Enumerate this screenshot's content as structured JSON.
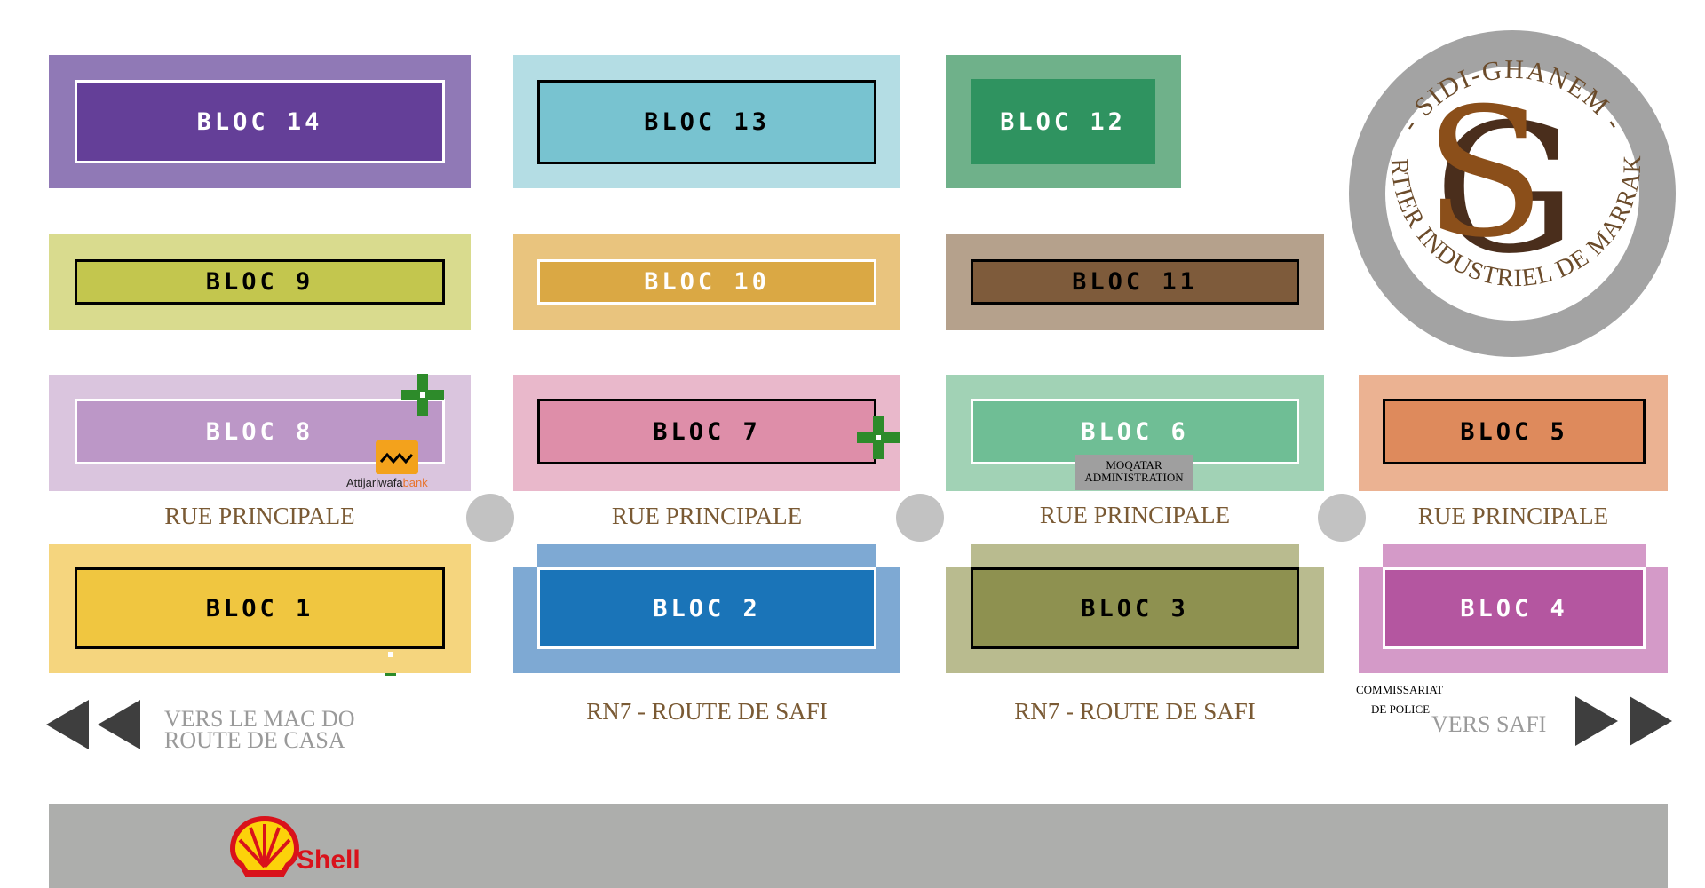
{
  "blocs": {
    "b14": {
      "label": "BLOC 14"
    },
    "b13": {
      "label": "BLOC 13"
    },
    "b12": {
      "label": "BLOC 12"
    },
    "b9": {
      "label": "BLOC 9"
    },
    "b10": {
      "label": "BLOC 10"
    },
    "b11": {
      "label": "BLOC 11"
    },
    "b8": {
      "label": "BLOC 8"
    },
    "b7": {
      "label": "BLOC 7"
    },
    "b6": {
      "label": "BLOC 6"
    },
    "b5": {
      "label": "BLOC 5"
    },
    "b1": {
      "label": "BLOC 1"
    },
    "b2": {
      "label": "BLOC 2"
    },
    "b3": {
      "label": "BLOC 3"
    },
    "b4": {
      "label": "BLOC 4"
    }
  },
  "streets": {
    "rue_principale": "RUE PRINCIPALE",
    "rn7": "RN7 - ROUTE DE SAFI"
  },
  "directions": {
    "left_line1": "VERS LE MAC DO",
    "left_line2": "ROUTE DE CASA",
    "right": "VERS SAFI"
  },
  "labels": {
    "commissariat_line1": "COMMISSARIAT",
    "commissariat_line2": "DE POLICE",
    "moqatar_line1": "MOQATAR",
    "moqatar_line2": "ADMINISTRATION"
  },
  "logo": {
    "top_text": "- SIDI-GHANEM -",
    "bottom_text": "QUARTIER INDUSTRIEL DE MARRAKECH",
    "monogram": "SG"
  },
  "brands": {
    "attijariwafa_a": "Attijariwafa",
    "attijariwafa_b": "bank",
    "shell": "Shell"
  },
  "colors": {
    "bloc14": "#643f98",
    "bloc13": "#78c3d0",
    "bloc12": "#2f9360",
    "bloc9": "#c3c64e",
    "bloc10": "#daa844",
    "bloc11": "#7e5b3b",
    "bloc8": "#bc97c7",
    "bloc7": "#de8ea9",
    "bloc6": "#6fbe95",
    "bloc5": "#de8a5c",
    "bloc1": "#f0c640",
    "bloc2": "#1a74b8",
    "bloc3": "#8e9150",
    "bloc4": "#b456a0",
    "street_text": "#7a5a34",
    "road": "#adaeac"
  }
}
